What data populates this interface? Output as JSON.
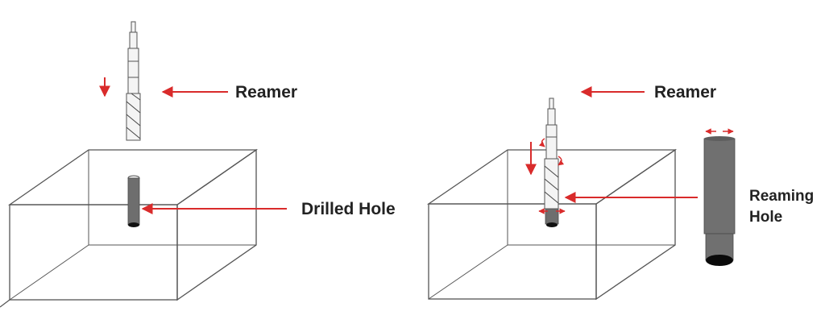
{
  "colors": {
    "arrow": "#d92b2b",
    "outline": "#555555",
    "hole_fill": "#6e6e6e",
    "tool_fill": "#f4f4f4",
    "label": "#222222"
  },
  "left_panel": {
    "reamer_label": "Reamer",
    "hole_label": "Drilled Hole"
  },
  "right_panel": {
    "reamer_label": "Reamer",
    "hole_label_line1": "Reaming",
    "hole_label_line2": "Hole"
  }
}
